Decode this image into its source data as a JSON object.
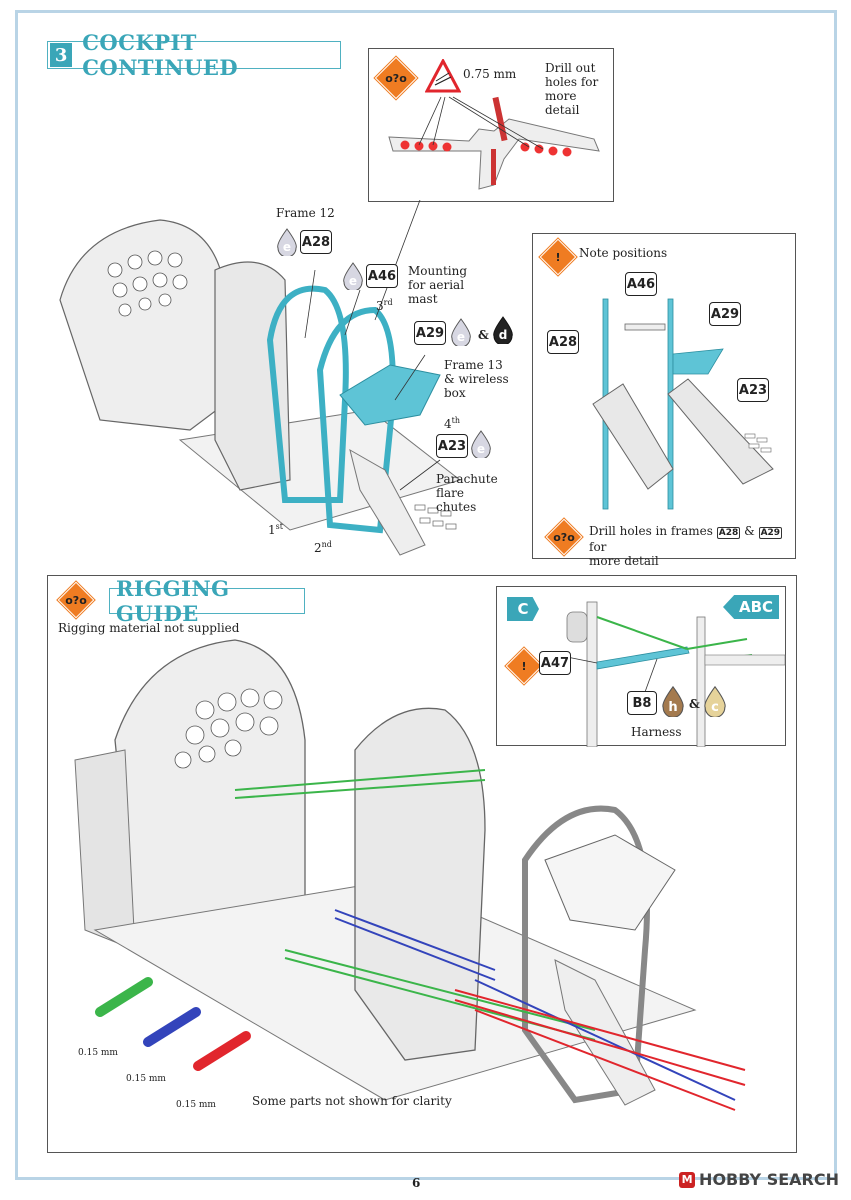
{
  "step3": {
    "number": "3",
    "title": "COCKPIT CONTINUED",
    "drill_box": {
      "size": "0.75 mm",
      "note": "Drill out holes for more detail"
    },
    "labels": {
      "frame12": "Frame 12",
      "a28": "A28",
      "a46": "A46",
      "mounting": "Mounting for aerial mast",
      "third": "3",
      "third_sup": "rd",
      "a29": "A29",
      "amp": "&",
      "frame13": "Frame 13 & wireless box",
      "fourth": "4",
      "fourth_sup": "th",
      "a23": "A23",
      "parachute": "Parachute flare chutes",
      "first": "1",
      "first_sup": "st",
      "second": "2",
      "second_sup": "nd",
      "e": "e",
      "d": "d"
    },
    "note_box": {
      "title": "Note positions",
      "a46": "A46",
      "a28": "A28",
      "a29": "A29",
      "a23": "A23",
      "drill_note_1": "Drill holes in frames",
      "drill_a28": "A28",
      "drill_amp": "&",
      "drill_a29": "A29",
      "drill_for": "for",
      "drill_note_2": "more detail"
    }
  },
  "rigging": {
    "title": "RIGGING GUIDE",
    "subtitle": "Rigging material not supplied",
    "inset": {
      "c": "C",
      "abc": "ABC",
      "a47": "A47",
      "b8": "B8",
      "h": "h",
      "amp": "&",
      "c_paint": "c",
      "harness": "Harness"
    },
    "rods": [
      {
        "size": "0.15 mm",
        "color": "#3bb54a"
      },
      {
        "size": "0.15 mm",
        "color": "#3344bb"
      },
      {
        "size": "0.15 mm",
        "color": "#e1262d"
      }
    ],
    "note": "Some parts not shown for clarity"
  },
  "page": {
    "number": "6",
    "watermark": "HOBBY SEARCH",
    "watermark_logo": "M"
  },
  "colors": {
    "accent": "#3aa6b8",
    "warning": "#ef7c22",
    "part_blue": "#5ec4d6"
  }
}
